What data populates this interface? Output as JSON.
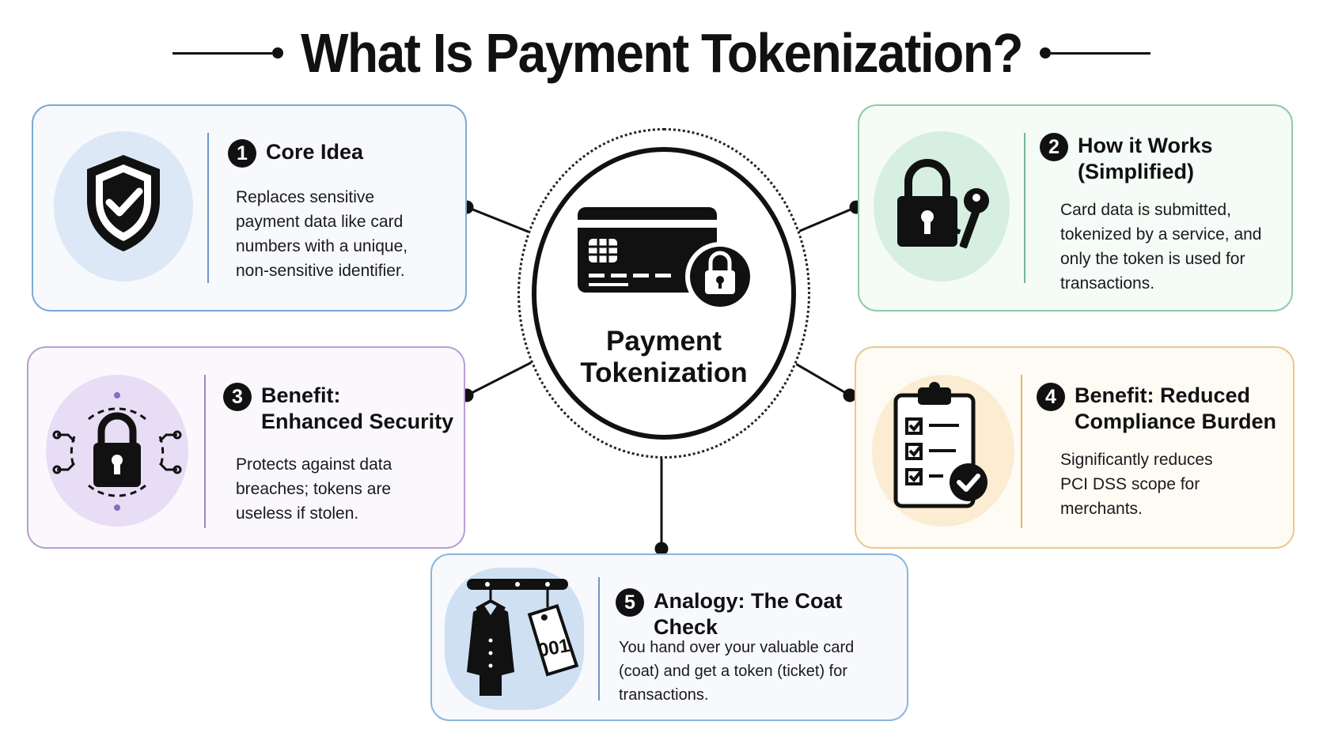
{
  "title": "What Is Payment Tokenization?",
  "hub": {
    "label": "Payment\nTokenization",
    "icon": "credit-card-lock-icon"
  },
  "cards": [
    {
      "number": "1",
      "title": "Core Idea",
      "description": "Replaces sensitive payment data like card numbers with a unique, non-sensitive identifier.",
      "icon": "shield-check-icon",
      "border_color": "#7aaad6",
      "bg_color": "#f7f9fd",
      "circle_color": "#dde8f7"
    },
    {
      "number": "2",
      "title": "How it Works\n(Simplified)",
      "description": "Card data is submitted, tokenized by a service, and only the token is used for transactions.",
      "icon": "padlock-key-icon",
      "border_color": "#8fcaa8",
      "bg_color": "#f5fbf7",
      "circle_color": "#d6efe1"
    },
    {
      "number": "3",
      "title": "Benefit:\n     Enhanced Security",
      "description": "Protects against data breaches; tokens are useless if stolen.",
      "icon": "circuit-padlock-icon",
      "border_color": "#b89fd6",
      "bg_color": "#faf8fd",
      "circle_color": "#e7def5"
    },
    {
      "number": "4",
      "title": "Benefit: Reduced\nCompliance Burden",
      "description": "Significantly reduces PCI DSS scope for merchants.",
      "icon": "clipboard-checklist-icon",
      "border_color": "#ecc98a",
      "bg_color": "#fefbf5",
      "circle_color": "#fbecd2"
    },
    {
      "number": "5",
      "title": "Analogy: The Coat Check",
      "description": "You hand over your valuable card (coat) and get a token (ticket) for transactions.",
      "icon": "coat-check-icon",
      "ticket_text": "001",
      "border_color": "#8db4db",
      "bg_color": "#f7f9fd",
      "circle_color": "#cfe0f3"
    }
  ]
}
